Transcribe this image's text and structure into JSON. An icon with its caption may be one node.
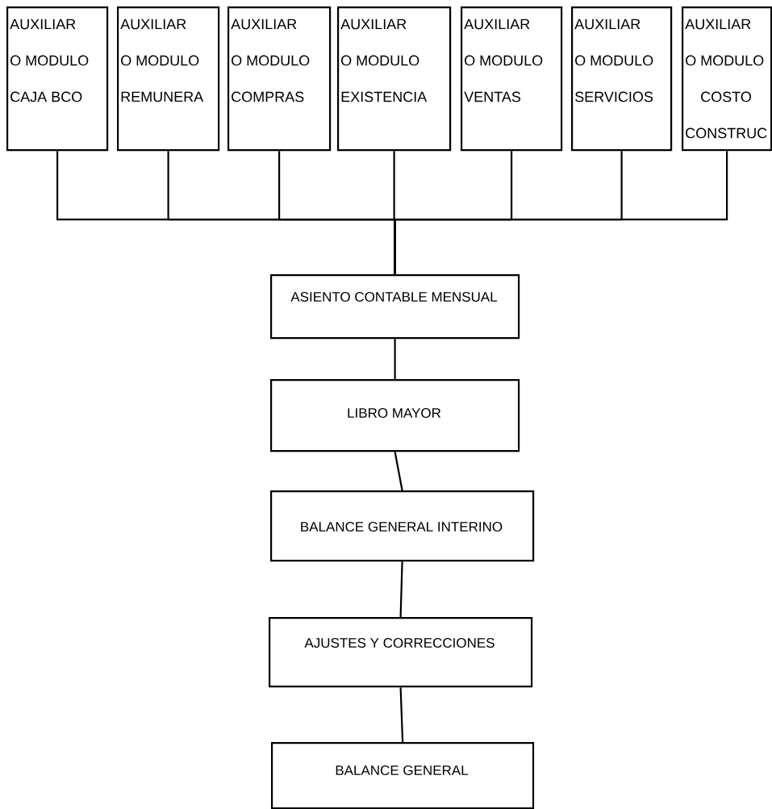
{
  "diagram": {
    "nodes": [
      {
        "text": [
          "AUXILIAR",
          "O MODULO",
          "CAJA BCO"
        ]
      },
      {
        "text": [
          "AUXILIAR",
          "O MODULO",
          "REMUNERA"
        ]
      },
      {
        "text": [
          "AUXILIAR",
          "O MODULO",
          "COMPRAS"
        ]
      },
      {
        "text": [
          "AUXILIAR",
          "O MODULO",
          "EXISTENCIA"
        ]
      },
      {
        "text": [
          "AUXILIAR",
          "O MODULO",
          "VENTAS"
        ]
      },
      {
        "text": [
          "AUXILIAR",
          "O MODULO",
          "SERVICIOS"
        ]
      },
      {
        "text": [
          "AUXILIAR",
          "O MODULO",
          "COSTO",
          "CONSTRUC"
        ]
      },
      {
        "text": [
          "ASIENTO CONTABLE MENSUAL"
        ]
      },
      {
        "text": [
          "LIBRO MAYOR"
        ]
      },
      {
        "text": [
          "BALANCE GENERAL INTERINO"
        ]
      },
      {
        "text": [
          "AJUSTES Y CORRECCIONES"
        ]
      },
      {
        "text": [
          "BALANCE GENERAL"
        ]
      }
    ],
    "edges": [
      {
        "from": 0,
        "to": 7,
        "arrow": "none"
      },
      {
        "from": 1,
        "to": 7,
        "arrow": "none"
      },
      {
        "from": 2,
        "to": 7,
        "arrow": "none"
      },
      {
        "from": 3,
        "to": 7,
        "arrow": "none"
      },
      {
        "from": 4,
        "to": 7,
        "arrow": "none"
      },
      {
        "from": 5,
        "to": 7,
        "arrow": "none"
      },
      {
        "from": 6,
        "to": 7,
        "arrow": "none"
      },
      {
        "from": 7,
        "to": 8,
        "arrow": "none"
      },
      {
        "from": 8,
        "to": 9,
        "arrow": "none"
      },
      {
        "from": 9,
        "to": 10,
        "arrow": "none"
      },
      {
        "from": 10,
        "to": 11,
        "arrow": "none"
      }
    ]
  }
}
